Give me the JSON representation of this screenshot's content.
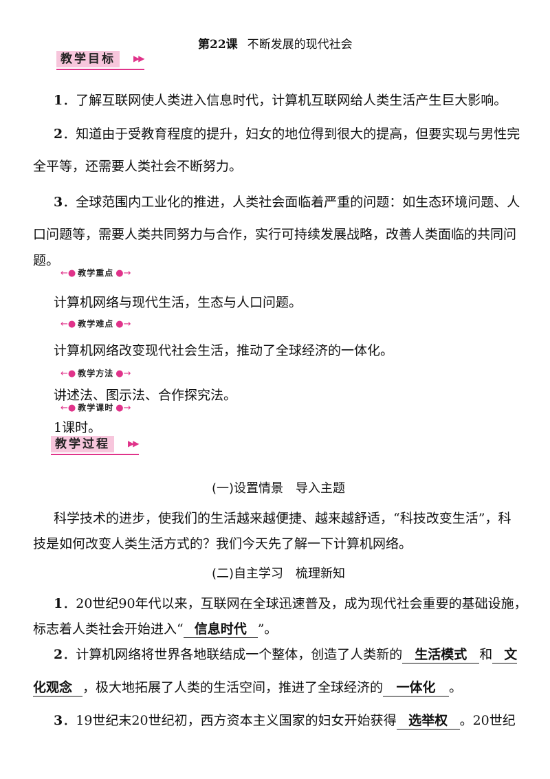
{
  "title": {
    "lesson": "第22课",
    "name": "不断发展的现代社会"
  },
  "banners": {
    "objectives": "教学目标",
    "process": "教学过程"
  },
  "objectives": [
    {
      "num": "1",
      "lines": [
        "．了解互联网使人类进入信息时代，计算机互联网给人类生活产生巨大影响。"
      ]
    },
    {
      "num": "2",
      "lines": [
        "．知道由于受教育程度的提升，妇女的地位得到很大的提高，但要实现与男性完",
        "全平等，还需要人类社会不断努力。"
      ]
    },
    {
      "num": "3",
      "lines": [
        "．全球范围内工业化的推进，人类社会面临着严重的问题：如生态环境问题、人",
        "口问题等，需要人类共同努力与合作，实行可持续发展战略，改善人类面临的共同问",
        "题。"
      ]
    }
  ],
  "key_points": {
    "label": "教学重点",
    "text": "计算机网络与现代生活，生态与人口问题。"
  },
  "difficulties": {
    "label": "教学难点",
    "text": "计算机网络改变现代社会生活，推动了全球经济的一体化。"
  },
  "methods": {
    "label": "教学方法",
    "text": "讲述法、图示法、合作探究法。"
  },
  "hours": {
    "label": "教学课时",
    "text": "1课时。"
  },
  "section1": {
    "title": "(一)设置情景　导入主题",
    "lines": [
      "科学技术的进步，使我们的生活越来越便捷、越来越舒适，“科技改变生活”，科",
      "技是如何改变人类生活方式的？我们今天先了解一下计算机网络。"
    ]
  },
  "section2": {
    "title": "(二)自主学习　梳理新知",
    "item1": {
      "num": "1",
      "line1": "．20世纪90年代以来，互联网在全球迅速普及，成为现代社会重要的基础设施，",
      "line2_pre": "标志着人类社会开始进入“",
      "blank": "信息时代",
      "line2_post": "”。"
    },
    "item2": {
      "num": "2",
      "pre": "．计算机网络将世界各地联结成一个整体，创造了人类新的",
      "blank1": "生活模式",
      "mid": "和",
      "blank2a": "文",
      "blank2b": "化观念",
      "post1": "，极大地拓展了人类的生活空间，推进了全球经济的",
      "blank3": "一体化",
      "post2": "。"
    },
    "item3": {
      "num": "3",
      "pre": "．19世纪末20世纪初，西方资本主义国家的妇女开始获得",
      "blank": "选举权",
      "post": "。20世纪"
    }
  },
  "colors": {
    "accent": "#e0338a",
    "banner_fill": "#f7c6dc"
  }
}
